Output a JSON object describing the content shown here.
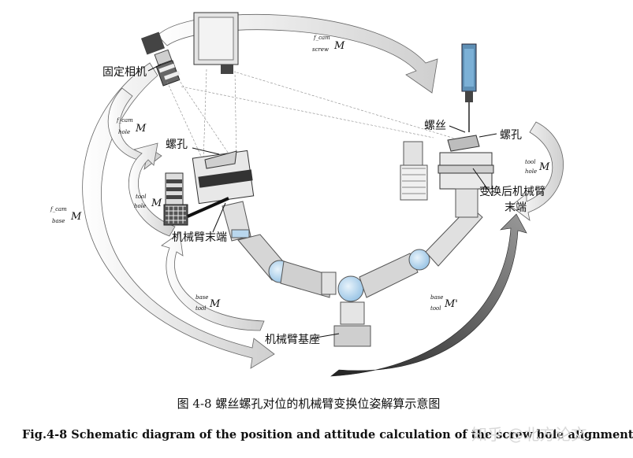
{
  "labels": {
    "fixed_camera": "固定相机",
    "screw_hole_left": "螺孔",
    "arm_end": "机械臂末端",
    "arm_base": "机械臂基座",
    "screw": "螺丝",
    "screw_hole_right": "螺孔",
    "transformed_end_line1": "变换后机械臂",
    "transformed_end_line2": "末端"
  },
  "transforms": {
    "cam_screw": {
      "sup": "f_cam",
      "sub": "screw",
      "symbol": "M"
    },
    "cam_hole": {
      "sup": "f_cam",
      "sub": "hole",
      "symbol": "M"
    },
    "tool_hole_left": {
      "sup": "tool",
      "sub": "hole",
      "symbol": "M"
    },
    "cam_base": {
      "sup": "f_cam",
      "sub": "base",
      "symbol": "M"
    },
    "base_tool": {
      "sup": "base",
      "sub": "tool",
      "symbol": "M"
    },
    "base_tool_prime": {
      "sup": "base",
      "sub": "tool",
      "symbol": "M'"
    },
    "tool_hole_right": {
      "sup": "tool",
      "sub": "hole",
      "symbol": "M"
    }
  },
  "caption": {
    "cn": "图 4-8 螺丝螺孔对位的机械臂变换位姿解算示意图",
    "en": "Fig.4-8 Schematic diagram of the position and attitude calculation of the screw hole alignment"
  },
  "watermark": "知乎 @北方论文",
  "colors": {
    "joint_blue": "#b9d7ee",
    "arm_gray": "#d6d6d6",
    "dark": "#333333"
  }
}
